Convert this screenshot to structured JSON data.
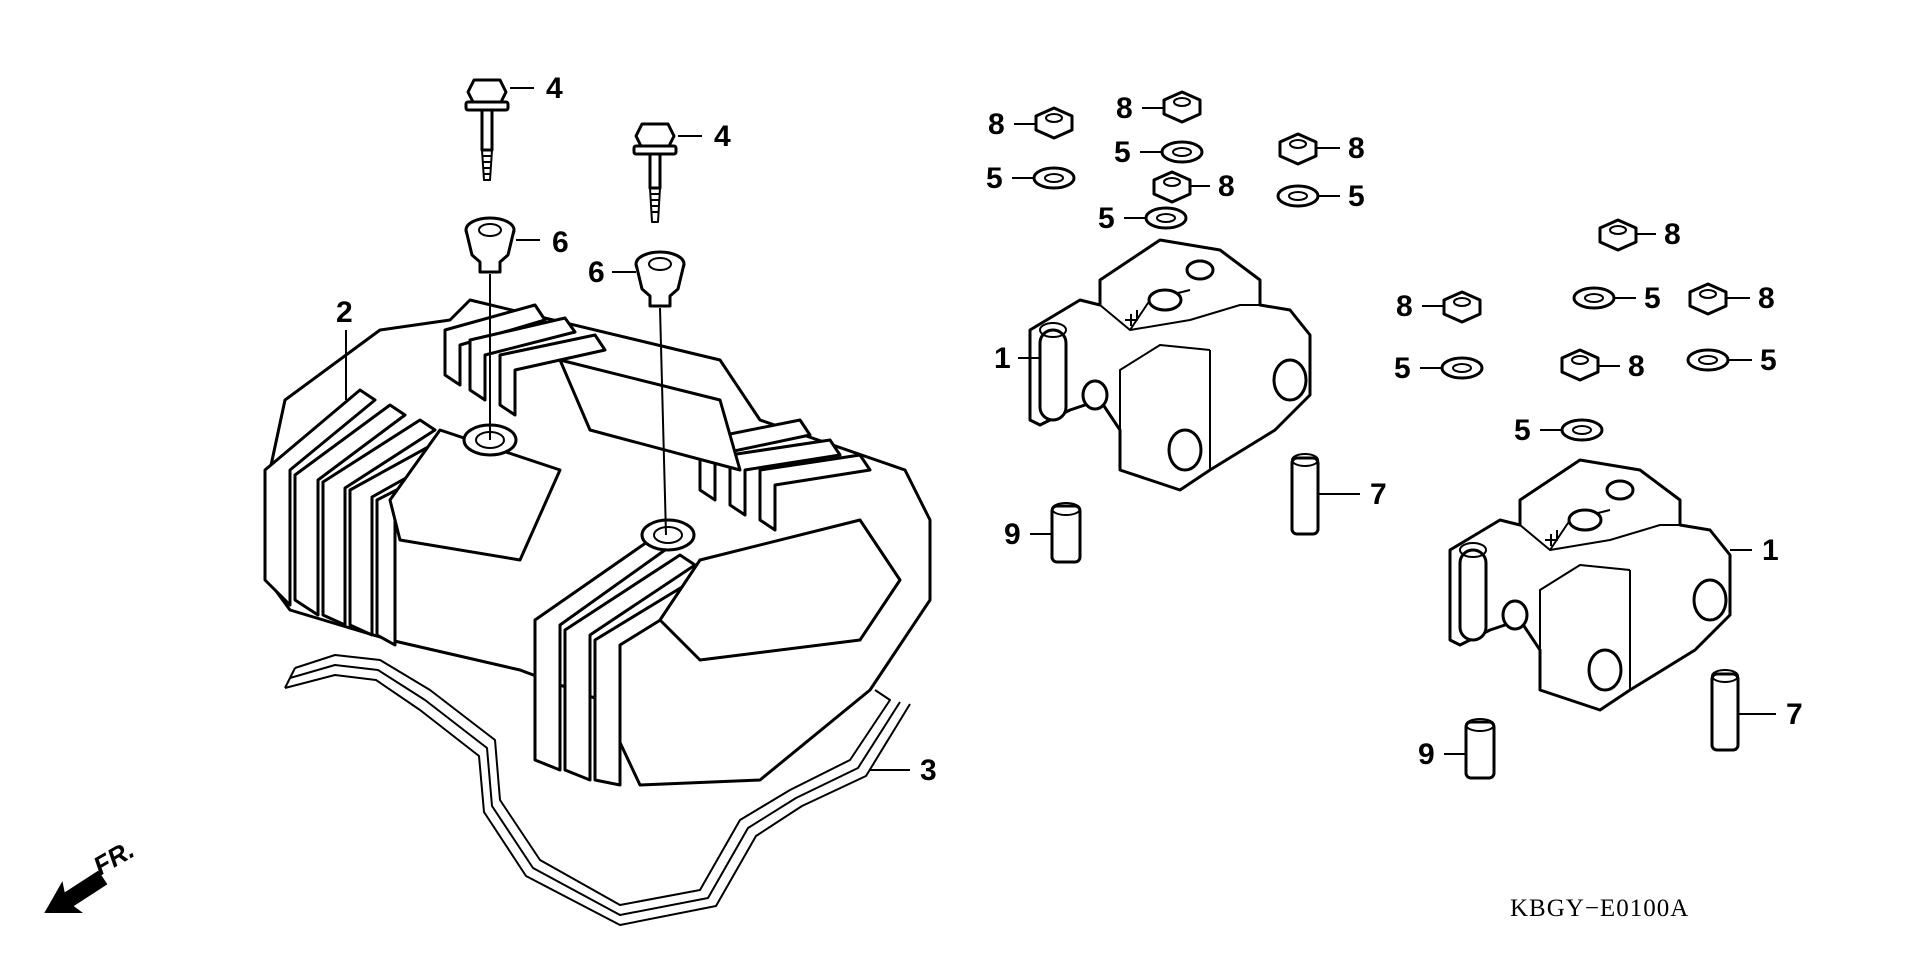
{
  "diagram": {
    "drawing_code": "KBGY−E0100A",
    "direction_label": "FR.",
    "callouts": [
      {
        "id": "c4a",
        "text": "4"
      },
      {
        "id": "c4b",
        "text": "4"
      },
      {
        "id": "c6a",
        "text": "6"
      },
      {
        "id": "c6b",
        "text": "6"
      },
      {
        "id": "c2",
        "text": "2"
      },
      {
        "id": "c3",
        "text": "3"
      },
      {
        "id": "c1a",
        "text": "1"
      },
      {
        "id": "c1b",
        "text": "1"
      },
      {
        "id": "c7a",
        "text": "7"
      },
      {
        "id": "c7b",
        "text": "7"
      },
      {
        "id": "c9a",
        "text": "9"
      },
      {
        "id": "c9b",
        "text": "9"
      },
      {
        "id": "c8a",
        "text": "8"
      },
      {
        "id": "c8b",
        "text": "8"
      },
      {
        "id": "c8c",
        "text": "8"
      },
      {
        "id": "c8d",
        "text": "8"
      },
      {
        "id": "c8e",
        "text": "8"
      },
      {
        "id": "c8f",
        "text": "8"
      },
      {
        "id": "c8g",
        "text": "8"
      },
      {
        "id": "c8h",
        "text": "8"
      },
      {
        "id": "c5a",
        "text": "5"
      },
      {
        "id": "c5b",
        "text": "5"
      },
      {
        "id": "c5c",
        "text": "5"
      },
      {
        "id": "c5d",
        "text": "5"
      },
      {
        "id": "c5e",
        "text": "5"
      },
      {
        "id": "c5f",
        "text": "5"
      },
      {
        "id": "c5g",
        "text": "5"
      },
      {
        "id": "c5h",
        "text": "5"
      }
    ]
  }
}
